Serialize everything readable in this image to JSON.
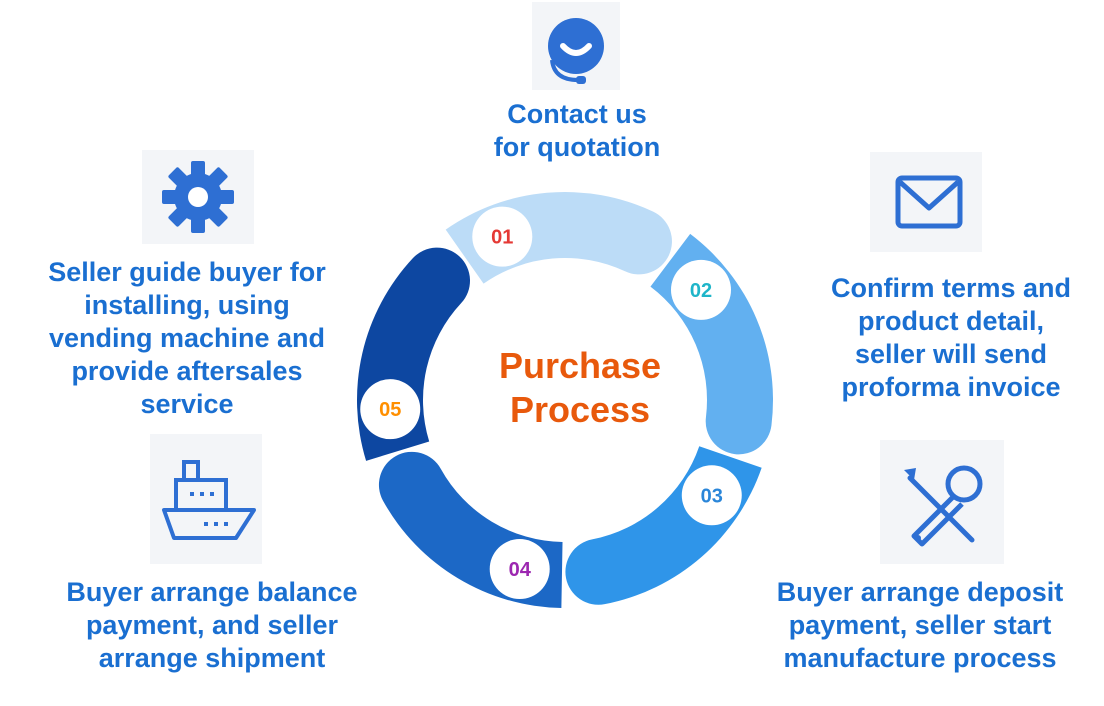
{
  "center": {
    "line1": "Purchase",
    "line2": "Process"
  },
  "steps": [
    {
      "number": "01",
      "number_color": "#e53935",
      "segment_color": "#bcdcf7",
      "icon": "headset-support-icon",
      "lines": [
        "Contact us",
        "for quotation"
      ]
    },
    {
      "number": "02",
      "number_color": "#1fb5c9",
      "segment_color": "#62b0f0",
      "icon": "envelope-icon",
      "lines": [
        "Confirm terms and",
        "product detail,",
        "seller will send",
        "proforma invoice"
      ]
    },
    {
      "number": "03",
      "number_color": "#2a86d9",
      "segment_color": "#2f95e9",
      "icon": "wrench-screwdriver-icon",
      "lines": [
        "Buyer arrange deposit",
        "payment, seller start",
        "manufacture process"
      ]
    },
    {
      "number": "04",
      "number_color": "#9c27b0",
      "segment_color": "#1c68c6",
      "icon": "ship-icon",
      "lines": [
        "Buyer arrange balance",
        "payment, and seller",
        "arrange shipment"
      ]
    },
    {
      "number": "05",
      "number_color": "#ff8f00",
      "segment_color": "#0d47a1",
      "icon": "gear-icon",
      "lines": [
        "Seller guide buyer for",
        "installing, using",
        "vending machine and",
        "provide aftersales",
        "service"
      ]
    }
  ],
  "colors": {
    "text_blue": "#1a6fd1",
    "title_orange": "#e8590c",
    "icon_blue": "#2e6fd3"
  }
}
